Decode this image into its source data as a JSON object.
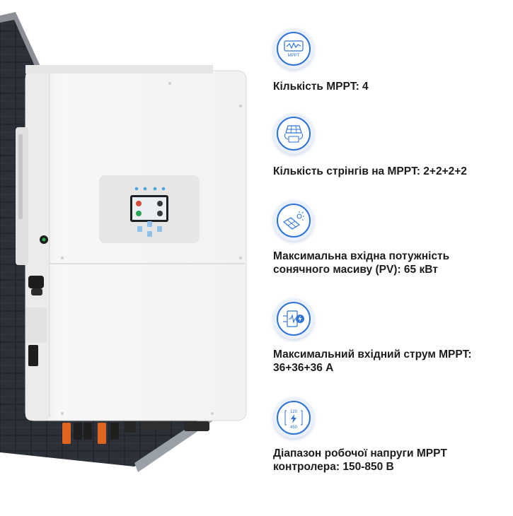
{
  "colors": {
    "accent": "#2f73d6",
    "text": "#1c1c1c",
    "inverter_body": "#f2f2f2",
    "solar_panel": "#2a2d33",
    "connector_orange": "#e0661f"
  },
  "product": {
    "image": "hybrid-inverter-with-solar-panel"
  },
  "specs": [
    {
      "icon": "mppt-waveform-icon",
      "icon_text": "MPPT",
      "text": "Кількість MPPT: 4"
    },
    {
      "icon": "solar-panel-strings-icon",
      "text": "Кількість стрінгів на MPPT: 2+2+2+2"
    },
    {
      "icon": "solar-array-sun-icon",
      "text": "Максимальна вхідна потужність сонячного масиву (PV): 65 кВт"
    },
    {
      "icon": "current-input-icon",
      "text": "Максимальний вхідний струм MPPT: 36+36+36 А"
    },
    {
      "icon": "voltage-range-icon",
      "icon_top": "120",
      "icon_bottom": "450",
      "text": "Діапазон робочої напруги MPPT контролера: 150-850 В"
    }
  ]
}
